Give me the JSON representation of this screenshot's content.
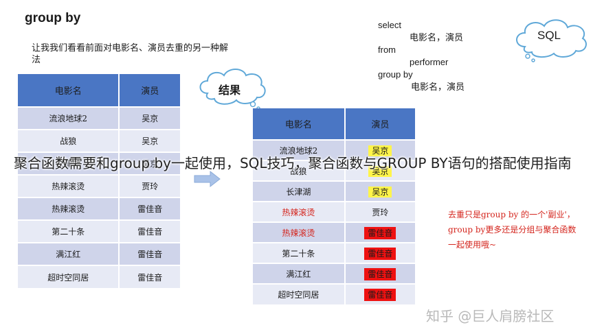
{
  "heading": "group by",
  "intro": "让我我们看看前面对电影名、演员去重的另一种解法",
  "table_left": {
    "headers": [
      "电影名",
      "演员"
    ],
    "rows": [
      [
        "流浪地球2",
        "吴京"
      ],
      [
        "战狼",
        "吴京"
      ],
      [
        "长津湖",
        "吴京"
      ],
      [
        "热辣滚烫",
        "贾玲"
      ],
      [
        "热辣滚烫",
        "雷佳音"
      ],
      [
        "第二十条",
        "雷佳音"
      ],
      [
        "满江红",
        "雷佳音"
      ],
      [
        "超时空同居",
        "雷佳音"
      ]
    ]
  },
  "table_right": {
    "headers": [
      "电影名",
      "演员"
    ],
    "rows": [
      [
        "流浪地球2",
        "吴京"
      ],
      [
        "战狼",
        "吴京"
      ],
      [
        "长津湖",
        "吴京"
      ],
      [
        "热辣滚烫",
        "贾玲"
      ],
      [
        "热辣滚烫",
        "雷佳音"
      ],
      [
        "第二十条",
        "雷佳音"
      ],
      [
        "满江红",
        "雷佳音"
      ],
      [
        "超时空同居",
        "雷佳音"
      ]
    ]
  },
  "cloud_result": "结果",
  "cloud_sql": "SQL",
  "sql_lines": {
    "select": "select",
    "select_cols": "电影名，演员",
    "from": "from",
    "table": "performer",
    "group_by": "group  by",
    "group_cols": "电影名，演员"
  },
  "note": "去重只是group by 的一个'副业'，group by更多还是分组与聚合函数一起使用哦~",
  "overlay_title": "聚合函数需要和group by一起使用，SQL技巧，聚合函数与GROUP BY语句的搭配使用指南",
  "watermark": "知乎 @巨人肩膀社区",
  "colors": {
    "header_blue": "#4a76c4",
    "highlight_yellow": "#fff54a",
    "highlight_red": "#ee1111",
    "note_red": "#d4241c"
  }
}
